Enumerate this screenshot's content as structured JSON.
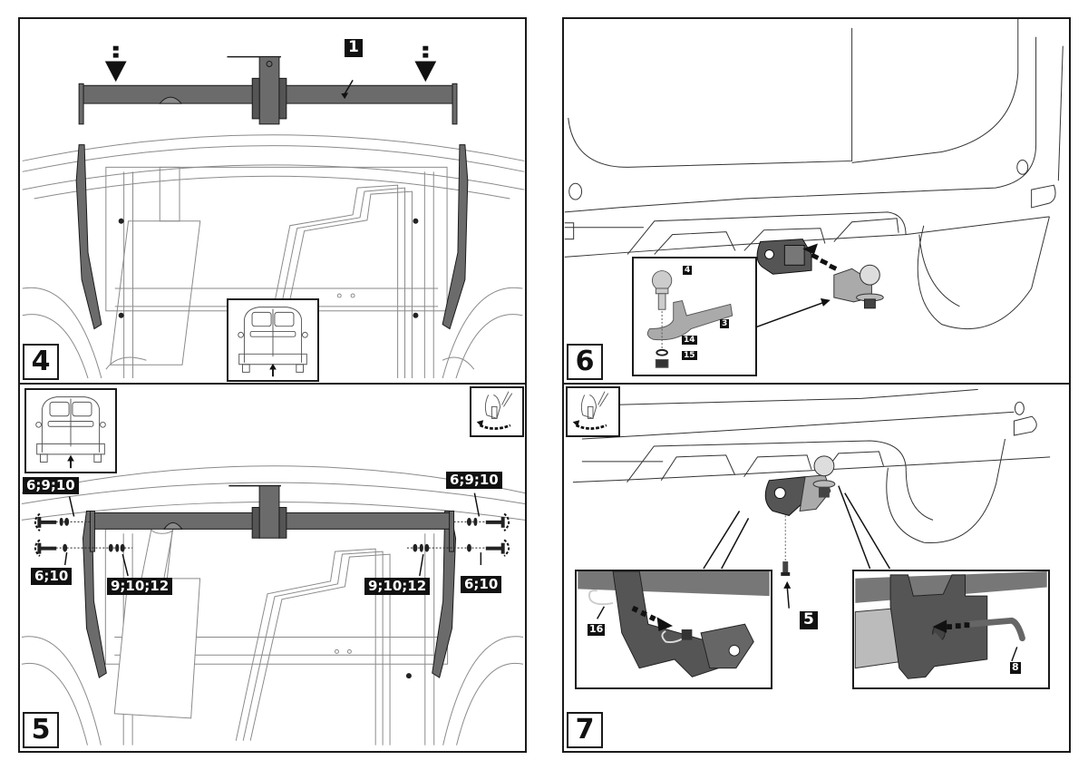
{
  "document": {
    "type": "tow-bar installation instructions",
    "colors": {
      "line": "#1a1a1a",
      "part_fill": "#6b6b6b",
      "part_fill_light": "#9a9a9a",
      "outline_light": "#8a8a8a",
      "label_bg": "#111111",
      "label_fg": "#ffffff"
    }
  },
  "steps": [
    {
      "number": "4",
      "callouts": [
        {
          "text": "1",
          "target": "crossbar"
        }
      ],
      "insets": [
        {
          "name": "vehicle-rear-view",
          "icon": "van-rear-icon",
          "arrow": "up-arrow"
        }
      ]
    },
    {
      "number": "5",
      "callouts": [
        {
          "text": "6;9;10",
          "target": "upper-left-bolt"
        },
        {
          "text": "6;10",
          "target": "lower-left-bolt"
        },
        {
          "text": "9;10;12",
          "target": "left-inner-washers"
        },
        {
          "text": "6;9;10",
          "target": "upper-right-bolt"
        },
        {
          "text": "9;10;12",
          "target": "right-inner-washers"
        },
        {
          "text": "6;10",
          "target": "lower-right-bolt"
        }
      ],
      "insets": [
        {
          "name": "vehicle-rear-view",
          "icon": "van-rear-icon",
          "arrow": "up-arrow"
        },
        {
          "name": "torque-hint",
          "icon": "hand-tighten-icon"
        }
      ]
    },
    {
      "number": "6",
      "callouts": [
        {
          "text": "4",
          "target": "tow-ball"
        },
        {
          "text": "3",
          "target": "ball-mount"
        },
        {
          "text": "14",
          "target": "washer"
        },
        {
          "text": "15",
          "target": "nut"
        }
      ],
      "insets": [
        {
          "name": "ball-mount-exploded-view"
        }
      ]
    },
    {
      "number": "7",
      "callouts": [
        {
          "text": "16",
          "target": "hitch-pin-clip"
        },
        {
          "text": "5",
          "target": "bolt"
        },
        {
          "text": "8",
          "target": "hitch-pin"
        }
      ],
      "insets": [
        {
          "name": "torque-hint",
          "icon": "hand-tighten-icon"
        },
        {
          "name": "detail-clip-insertion"
        },
        {
          "name": "detail-pin-insertion"
        }
      ]
    }
  ]
}
